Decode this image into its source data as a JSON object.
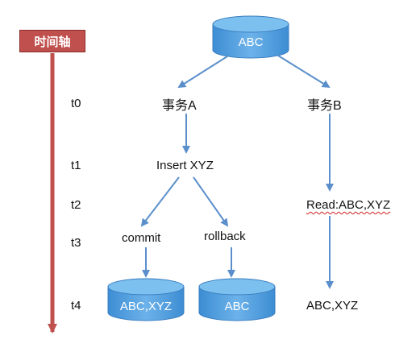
{
  "timeline": {
    "title": "时间轴",
    "ticks": [
      "t0",
      "t1",
      "t2",
      "t3",
      "t4"
    ]
  },
  "databases": {
    "source": "ABC",
    "after_commit": "ABC,XYZ",
    "after_rollback": "ABC"
  },
  "nodes": {
    "txn_a": "事务A",
    "txn_b": "事务B",
    "insert": "Insert XYZ",
    "commit": "commit",
    "rollback": "rollback",
    "read": "Read:ABC,XYZ",
    "result_b": "ABC,XYZ"
  },
  "colors": {
    "cylinder": "#4a9ad8",
    "arrow": "#5b8fcb",
    "timeline": "#c0504d"
  }
}
